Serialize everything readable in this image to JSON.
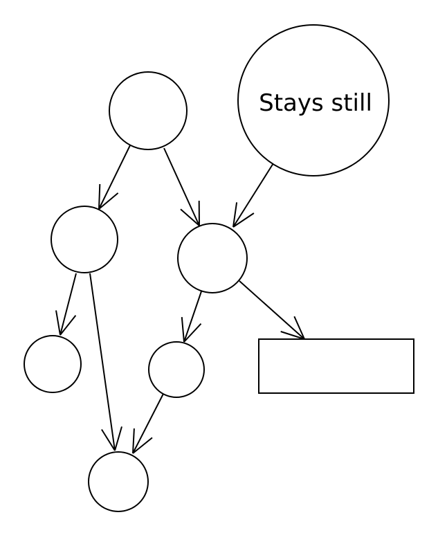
{
  "diagram": {
    "nodes": [
      {
        "id": "top",
        "shape": "circle",
        "label": ""
      },
      {
        "id": "stays",
        "shape": "circle",
        "label": "Stays still"
      },
      {
        "id": "mid-left",
        "shape": "circle",
        "label": ""
      },
      {
        "id": "mid-center",
        "shape": "circle",
        "label": ""
      },
      {
        "id": "bottom-left",
        "shape": "circle",
        "label": ""
      },
      {
        "id": "bottom-center",
        "shape": "circle",
        "label": ""
      },
      {
        "id": "box",
        "shape": "rect",
        "label": ""
      },
      {
        "id": "sink",
        "shape": "circle",
        "label": ""
      }
    ],
    "edges": [
      {
        "from": "top",
        "to": "mid-left"
      },
      {
        "from": "top",
        "to": "mid-center"
      },
      {
        "from": "stays",
        "to": "mid-center"
      },
      {
        "from": "mid-left",
        "to": "bottom-left"
      },
      {
        "from": "mid-left",
        "to": "sink"
      },
      {
        "from": "mid-center",
        "to": "bottom-center"
      },
      {
        "from": "mid-center",
        "to": "box"
      },
      {
        "from": "bottom-center",
        "to": "sink"
      }
    ],
    "colors": {
      "stroke": "#000000",
      "fill": "#ffffff",
      "background": "#ffffff"
    }
  }
}
